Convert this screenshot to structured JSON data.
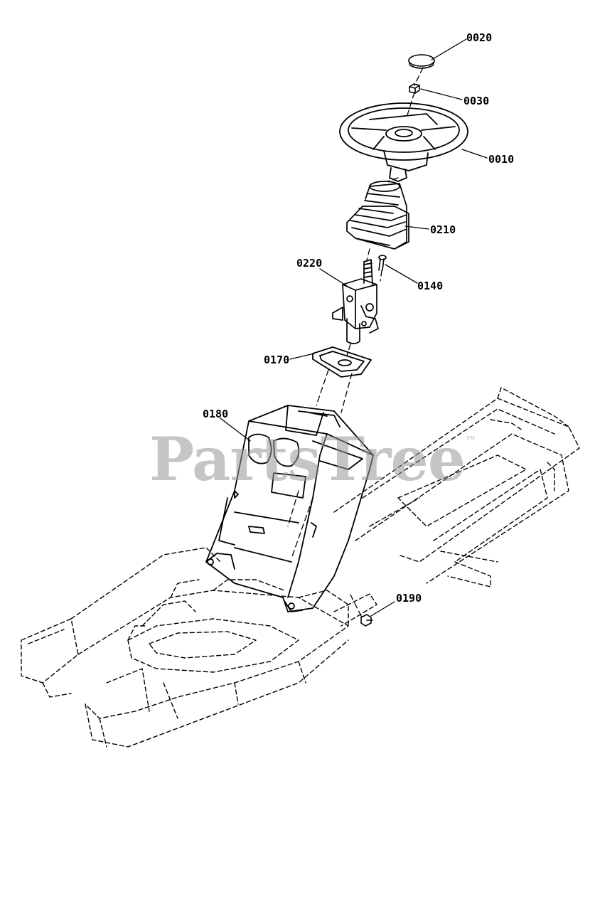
{
  "diagram": {
    "callouts": [
      {
        "id": "0020",
        "label": "0020"
      },
      {
        "id": "0030",
        "label": "0030"
      },
      {
        "id": "0010",
        "label": "0010"
      },
      {
        "id": "0210",
        "label": "0210"
      },
      {
        "id": "0220",
        "label": "0220"
      },
      {
        "id": "0140",
        "label": "0140"
      },
      {
        "id": "0170",
        "label": "0170"
      },
      {
        "id": "0180",
        "label": "0180"
      },
      {
        "id": "0190",
        "label": "0190"
      }
    ],
    "watermark": {
      "text": "PartsTree",
      "mark": "™"
    }
  },
  "colors": {
    "line": "#000000",
    "watermark": "#969696",
    "background": "#ffffff"
  }
}
